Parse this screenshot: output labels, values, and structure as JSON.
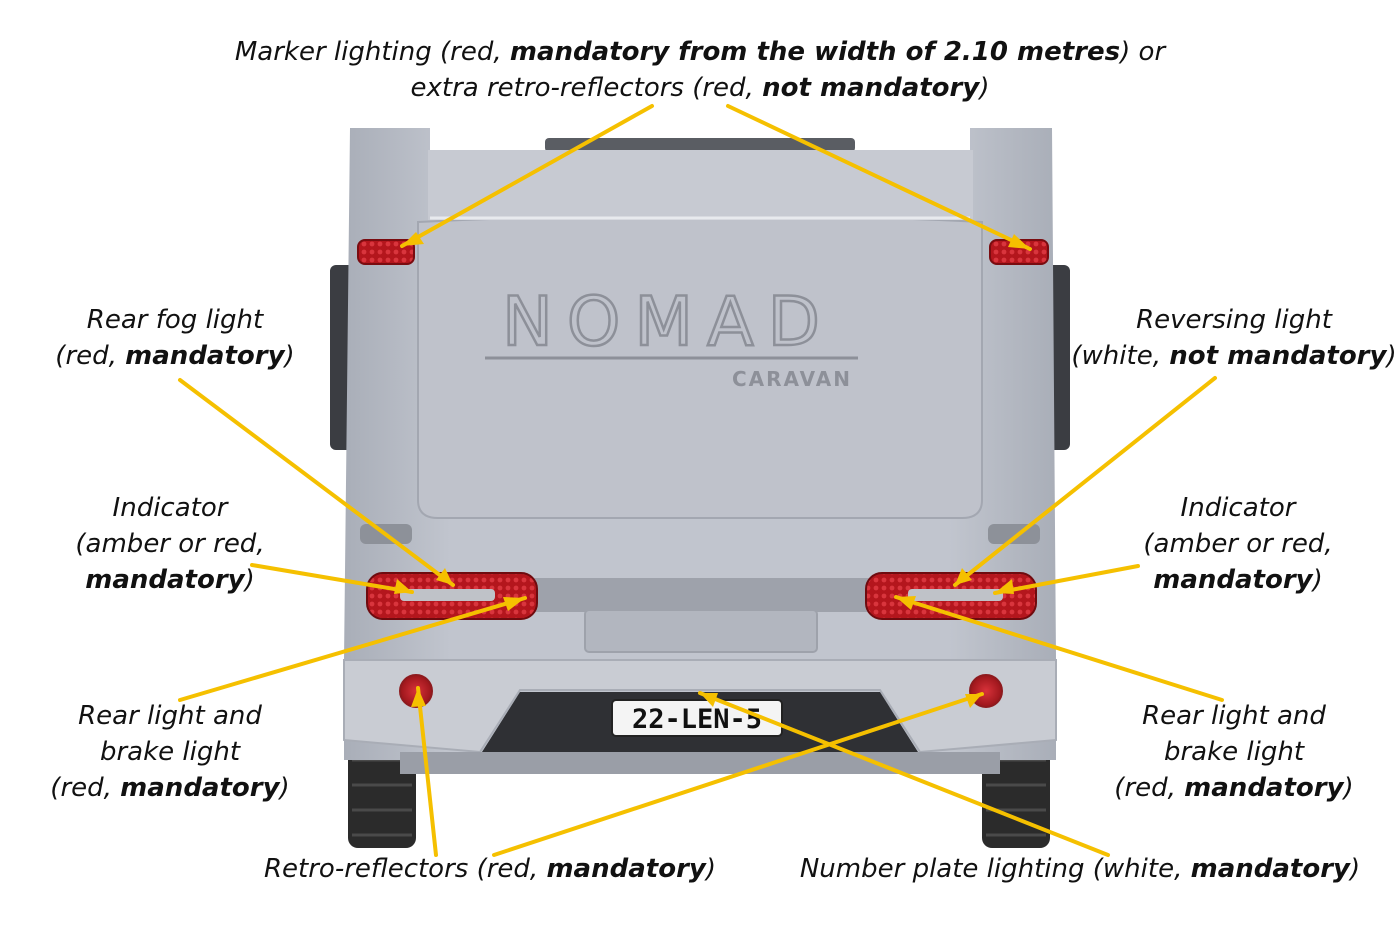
{
  "vehicle": {
    "brand": "NOMAD",
    "subbrand": "CARAVAN",
    "plate": "22-LEN-5"
  },
  "colors": {
    "body": "#b8bcc6",
    "body_dark": "#9fa4af",
    "arrow": "#f5c000",
    "red_lamp": "#b0161c",
    "tyre": "#2a2a2a"
  },
  "labels": {
    "marker": {
      "l1_a": "Marker lighting (red, ",
      "l1_b": "mandatory from the width of 2.10 metres",
      "l1_c": ") or",
      "l2_a": "extra retro-reflectors (red, ",
      "l2_b": "not mandatory",
      "l2_c": ")"
    },
    "fog": {
      "l1": "Rear fog light",
      "l2_a": "(red, ",
      "l2_b": "mandatory",
      "l2_c": ")"
    },
    "reversing": {
      "l1": "Reversing light",
      "l2_a": "(white, ",
      "l2_b": "not mandatory",
      "l2_c": ")"
    },
    "indicator_left": {
      "l1": "Indicator",
      "l2": "(amber or red,",
      "l3_b": "mandatory",
      "l3_c": ")"
    },
    "indicator_right": {
      "l1": "Indicator",
      "l2": "(amber or red,",
      "l3_b": "mandatory",
      "l3_c": ")"
    },
    "rear_left": {
      "l1": "Rear light and",
      "l2": "brake light",
      "l3_a": "(red, ",
      "l3_b": "mandatory",
      "l3_c": ")"
    },
    "rear_right": {
      "l1": "Rear light and",
      "l2": "brake light",
      "l3_a": "(red, ",
      "l3_b": "mandatory",
      "l3_c": ")"
    },
    "retro": {
      "a": "Retro-reflectors (red, ",
      "b": "mandatory",
      "c": ")"
    },
    "plate_light": {
      "a": "Number plate lighting (white, ",
      "b": "mandatory",
      "c": ")"
    }
  }
}
